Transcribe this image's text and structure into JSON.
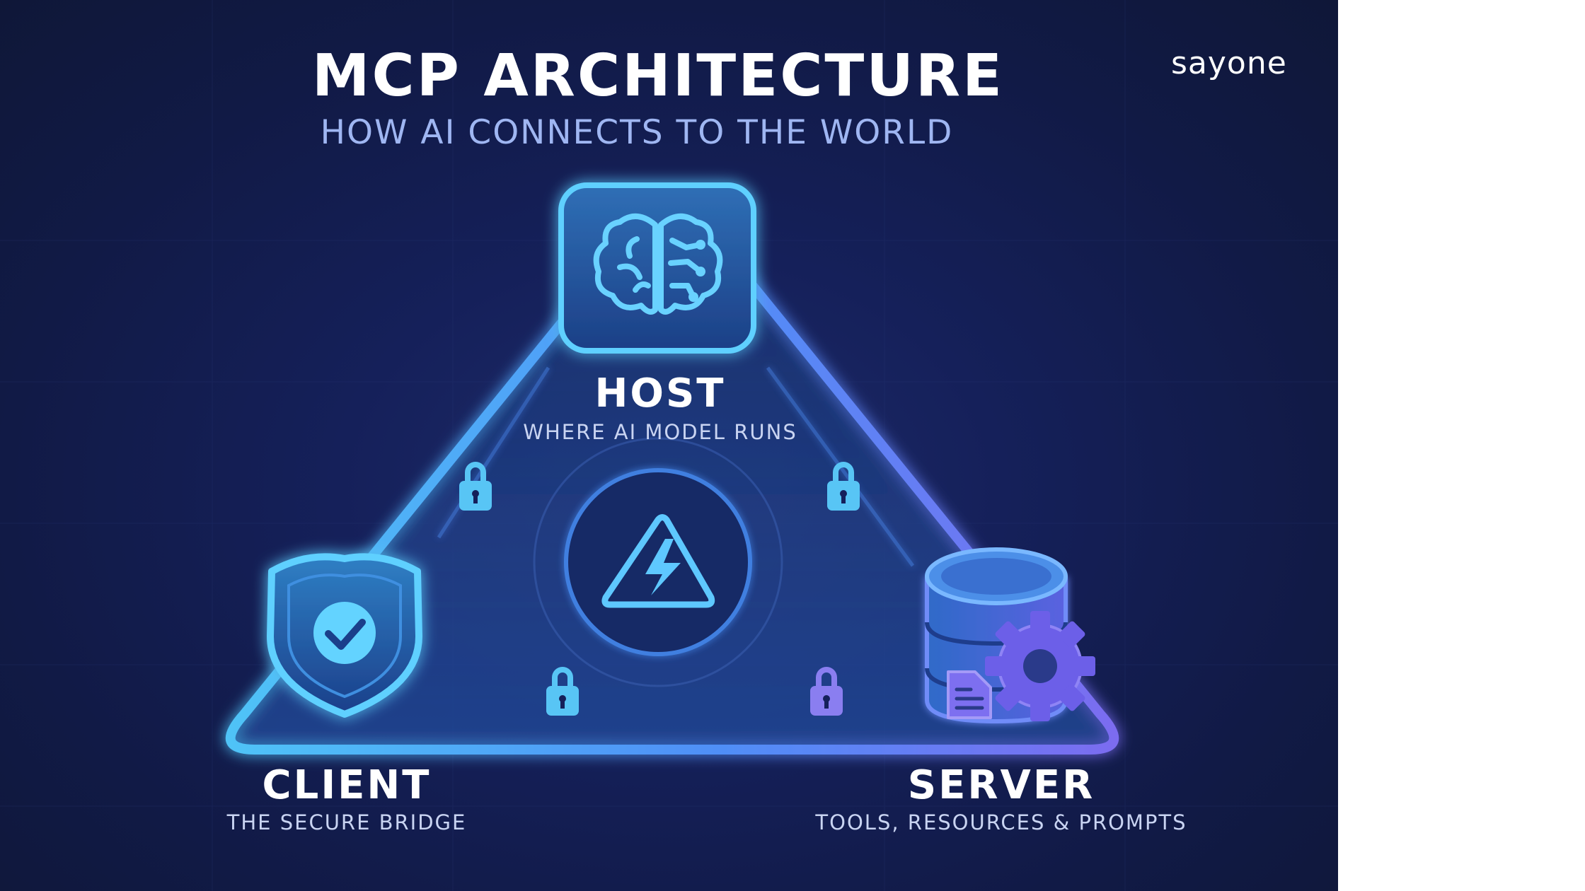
{
  "header": {
    "title": "MCP ARCHITECTURE",
    "subtitle": "HOW AI CONNECTS TO THE WORLD",
    "brand": "sayone"
  },
  "nodes": {
    "host": {
      "title": "HOST",
      "subtitle": "WHERE AI MODEL RUNS",
      "icon": "brain-icon"
    },
    "client": {
      "title": "CLIENT",
      "subtitle": "THE SECURE BRIDGE",
      "icon": "shield-check-icon"
    },
    "server": {
      "title": "SERVER",
      "subtitle": "TOOLS, RESOURCES & PROMPTS",
      "icon": "database-gear-icon"
    }
  },
  "center": {
    "icon": "lightning-warning-icon"
  },
  "connections": {
    "lock_icon": "padlock-icon"
  },
  "colors": {
    "background": "#131c4c",
    "accent_cyan": "#4fc3f7",
    "accent_purple": "#7b6cf0",
    "text_primary": "#ffffff",
    "text_secondary": "#9fb6f2"
  }
}
